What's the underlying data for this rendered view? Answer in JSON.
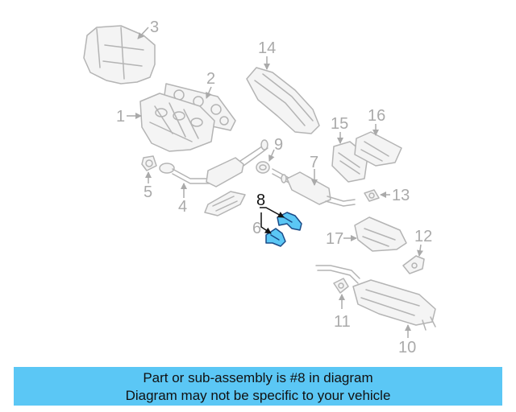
{
  "diagram": {
    "callouts": [
      {
        "id": "1",
        "label": "1"
      },
      {
        "id": "2",
        "label": "2"
      },
      {
        "id": "3",
        "label": "3"
      },
      {
        "id": "4",
        "label": "4"
      },
      {
        "id": "5",
        "label": "5"
      },
      {
        "id": "6",
        "label": "6"
      },
      {
        "id": "7",
        "label": "7"
      },
      {
        "id": "8",
        "label": "8"
      },
      {
        "id": "9",
        "label": "9"
      },
      {
        "id": "10",
        "label": "10"
      },
      {
        "id": "11",
        "label": "11"
      },
      {
        "id": "12",
        "label": "12"
      },
      {
        "id": "13",
        "label": "13"
      },
      {
        "id": "14",
        "label": "14"
      },
      {
        "id": "15",
        "label": "15"
      },
      {
        "id": "16",
        "label": "16"
      },
      {
        "id": "17",
        "label": "17"
      }
    ],
    "highlighted_part": "8",
    "colors": {
      "highlight_fill": "#5bc7f5",
      "highlight_stroke": "#1b4a86",
      "part_line": "#b4b4b4",
      "label_gray": "#aaaaaa",
      "banner": "#5bc7f5"
    }
  },
  "banner": {
    "line1": "Part or sub-assembly is #8 in diagram",
    "line2": "Diagram may not be specific to your vehicle"
  }
}
